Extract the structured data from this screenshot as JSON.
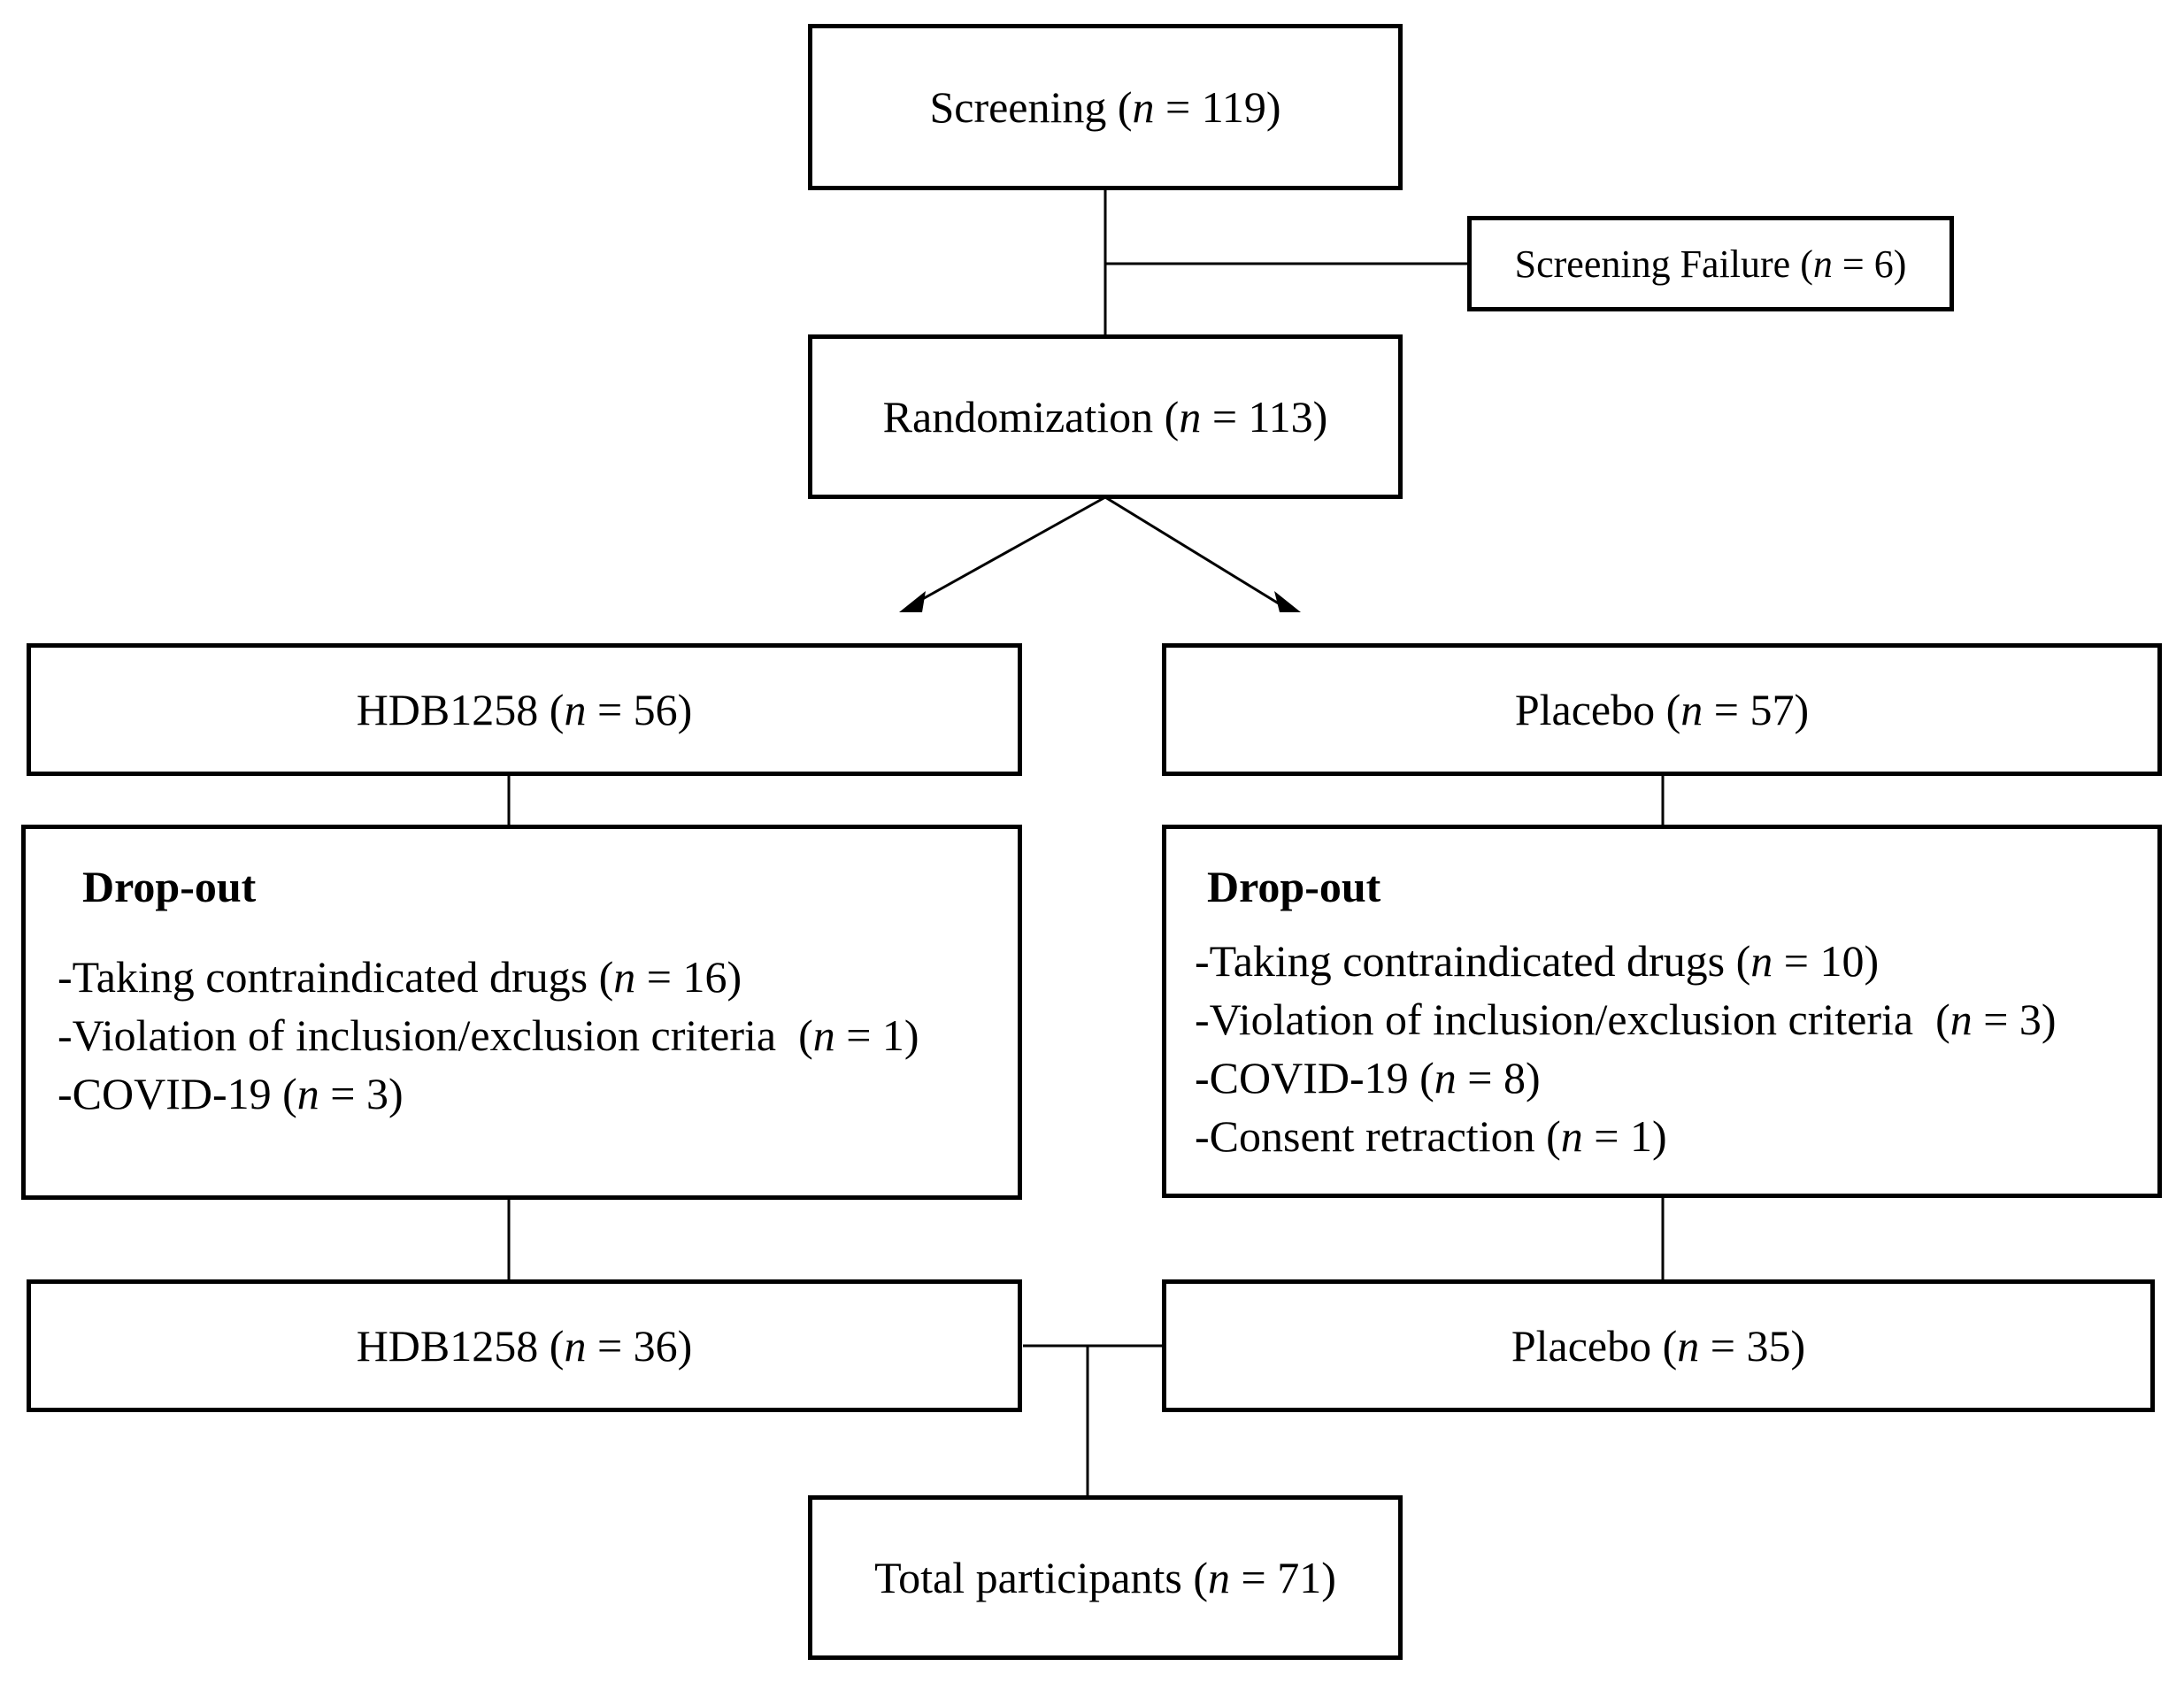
{
  "screening": {
    "label": "Screening",
    "n": "119"
  },
  "screening_failure": {
    "label": "Screening Failure",
    "n": "6"
  },
  "randomization": {
    "label": "Randomization",
    "n": "113"
  },
  "hdb_arm": {
    "label": "HDB1258",
    "n": "56"
  },
  "placebo_arm": {
    "label": "Placebo",
    "n": "57"
  },
  "hdb_dropout": {
    "title": "Drop-out",
    "items": [
      {
        "text": "-Taking  contraindicated drugs",
        "n": "16"
      },
      {
        "text": "-Violation of inclusion/exclusion criteria ",
        "n": "1"
      },
      {
        "text": "-COVID-19",
        "n": "3"
      }
    ]
  },
  "placebo_dropout": {
    "title": "Drop-out",
    "items": [
      {
        "text": "-Taking  contraindicated drugs",
        "n": "10"
      },
      {
        "text": "-Violation of inclusion/exclusion criteria ",
        "n": "3"
      },
      {
        "text": "-COVID-19",
        "n": "8"
      },
      {
        "text": "-Consent retraction",
        "n": "1"
      }
    ]
  },
  "hdb_final": {
    "label": "HDB1258",
    "n": "36"
  },
  "placebo_final": {
    "label": "Placebo",
    "n": "35"
  },
  "total": {
    "label": "Total participants",
    "n": "71"
  },
  "n_symbol": "n"
}
